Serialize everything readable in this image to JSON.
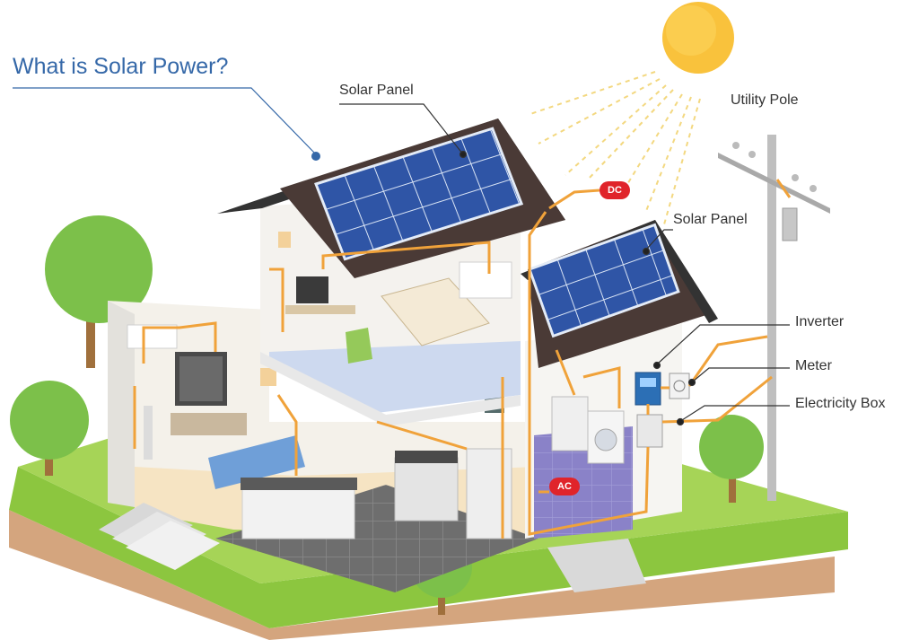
{
  "title": "What is Solar Power?",
  "labels": {
    "solar_panel_main": "Solar Panel",
    "solar_panel_garage": "Solar Panel",
    "utility_pole": "Utility Pole",
    "inverter": "Inverter",
    "meter": "Meter",
    "electricity_box": "Electricity Box"
  },
  "badges": {
    "dc": "DC",
    "ac": "AC"
  },
  "colors": {
    "title": "#3568a8",
    "label": "#333333",
    "badge": "#e0242a",
    "wire": "#f0a23a",
    "panel": "#2f55a6",
    "roof": "#3b3b3b",
    "grass": "#8cc63f",
    "soil": "#d4a57e",
    "sun": "#f9c23c"
  }
}
